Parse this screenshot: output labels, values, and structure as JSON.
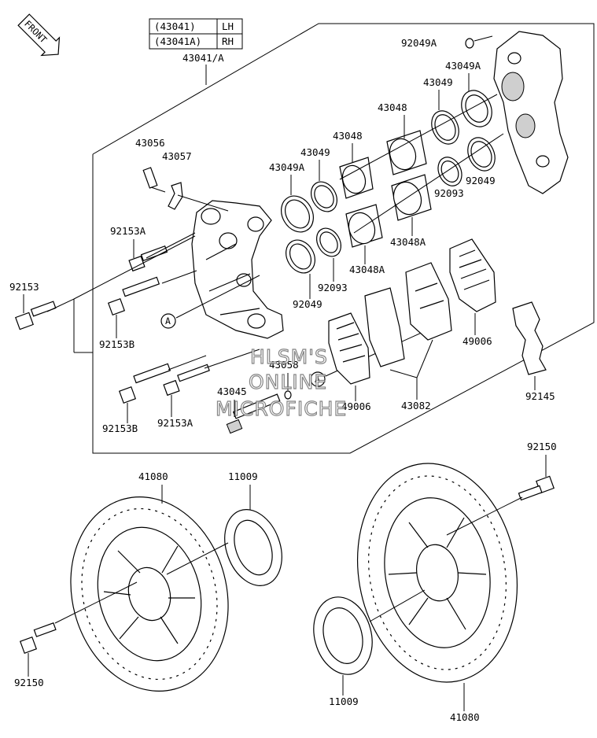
{
  "legend_table": {
    "rows": [
      {
        "code": "(43041)",
        "side": "LH"
      },
      {
        "code": "(43041A)",
        "side": "RH"
      }
    ]
  },
  "labels": {
    "caliper_assy": "43041/A",
    "bleeder": "43056",
    "cap": "43057",
    "bolt_a_top": "92153A",
    "bolt_left": "92153",
    "bolt_b_top": "92153B",
    "bolt_b_bottom": "92153B",
    "bolt_a_bottom": "92153A",
    "pin": "43045",
    "oring": "43058",
    "seal_a": "43049A",
    "seal": "43049",
    "piston_small": "43048",
    "piston_small_a": "43048A",
    "seal_92049": "92049",
    "seal_92093": "92093",
    "piston_large": "43048",
    "piston_large_a": "43048A",
    "seal_large": "43049",
    "seal_large_a": "43049A",
    "washer_top": "92049A",
    "seal_right_92093": "92093",
    "seal_right_92049": "92049",
    "shim_right": "49006",
    "shim_left": "49006",
    "pad_set": "43082",
    "spring": "92145",
    "callout_a_left": "A",
    "callout_a_right": "A",
    "disc_left": "41080",
    "spacer_left": "11009",
    "bolt_disc_left": "92150",
    "bolt_disc_right": "92150",
    "disc_right": "41080",
    "spacer_right": "11009"
  },
  "front_badge": "FRONT",
  "watermark": {
    "line1": "HLSM'S",
    "line2": "ONLINE",
    "line3": "MICROFICHE"
  }
}
